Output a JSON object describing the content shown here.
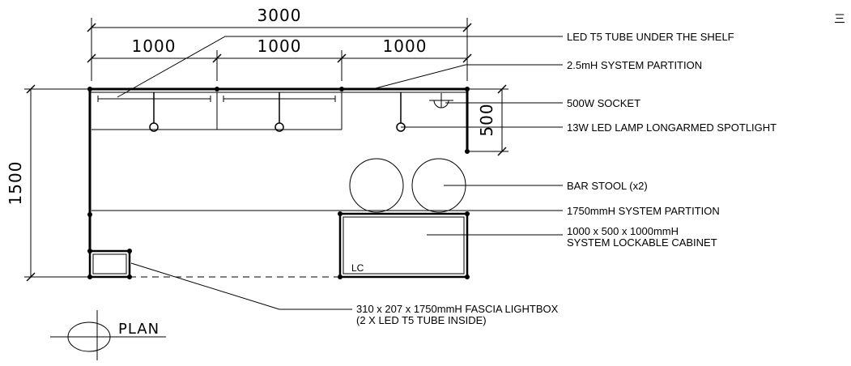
{
  "dimensions": {
    "overall_width": "3000",
    "bay_1": "1000",
    "bay_2": "1000",
    "bay_3": "1000",
    "depth": "1500",
    "stool_zone": "500"
  },
  "labels": {
    "led_tube": "LED T5 TUBE UNDER THE SHELF",
    "partition_25": "2.5mH SYSTEM PARTITION",
    "socket": "500W SOCKET",
    "spotlight": "13W LED LAMP LONGARMED SPOTLIGHT",
    "bar_stool": "BAR STOOL (x2)",
    "partition_175": "1750mmH SYSTEM PARTITION",
    "cabinet_line1": "1000 x 500 x 1000mmH",
    "cabinet_line2": "SYSTEM LOCKABLE CABINET",
    "lightbox_line1": "310 x 207 x 1750mmH FASCIA LIGHTBOX",
    "lightbox_line2": "(2 X LED T5 TUBE INSIDE)",
    "cabinet_tag": "LC"
  },
  "plan_title": "PLAN",
  "corner_glyph": "三"
}
